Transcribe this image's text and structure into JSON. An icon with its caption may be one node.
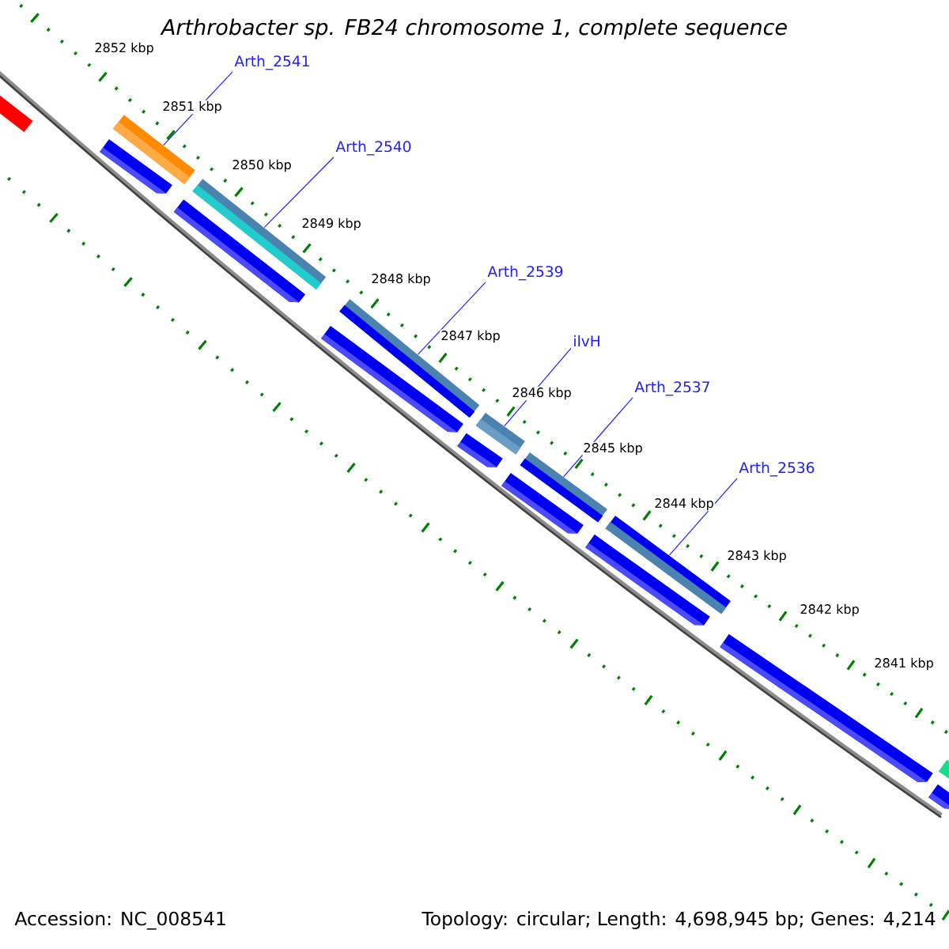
{
  "diagram": {
    "title": "Arthrobacter sp. FB24 chromosome 1, complete sequence",
    "nodes": [
      {
        "text": [
          "Arth_2541"
        ]
      },
      {
        "text": [
          "Arth_2540"
        ]
      },
      {
        "text": [
          "Arth_2539"
        ]
      },
      {
        "text": [
          "ilvH"
        ]
      },
      {
        "text": [
          "Arth_2537"
        ]
      },
      {
        "text": [
          "Arth_2536"
        ]
      },
      {
        "text": [],
        "shape": "bar"
      },
      {
        "text": [],
        "shape": "bar"
      },
      {
        "text": [],
        "shape": "bar"
      },
      {
        "text": [],
        "shape": "bar"
      },
      {
        "text": [],
        "shape": "bar"
      },
      {
        "text": [],
        "shape": "bar"
      }
    ],
    "edges": [
      {
        "from": 0,
        "to": 6,
        "arrow": "none"
      },
      {
        "from": 1,
        "to": 7,
        "arrow": "none"
      },
      {
        "from": 2,
        "to": 8,
        "arrow": "none"
      },
      {
        "from": 3,
        "to": 9,
        "arrow": "none"
      },
      {
        "from": 4,
        "to": 10,
        "arrow": "none"
      },
      {
        "from": 5,
        "to": 11,
        "arrow": "none"
      }
    ],
    "labels": [
      "2852 kbp",
      "2851 kbp",
      "2850 kbp",
      "2849 kbp",
      "2848 kbp",
      "2847 kbp",
      "2846 kbp",
      "2845 kbp",
      "2844 kbp",
      "2843 kbp",
      "2842 kbp",
      "2841 kbp",
      "Accession: NC_008541",
      "Topology: circular; Length: 4,698,945 bp; Genes: 4,214"
    ]
  }
}
